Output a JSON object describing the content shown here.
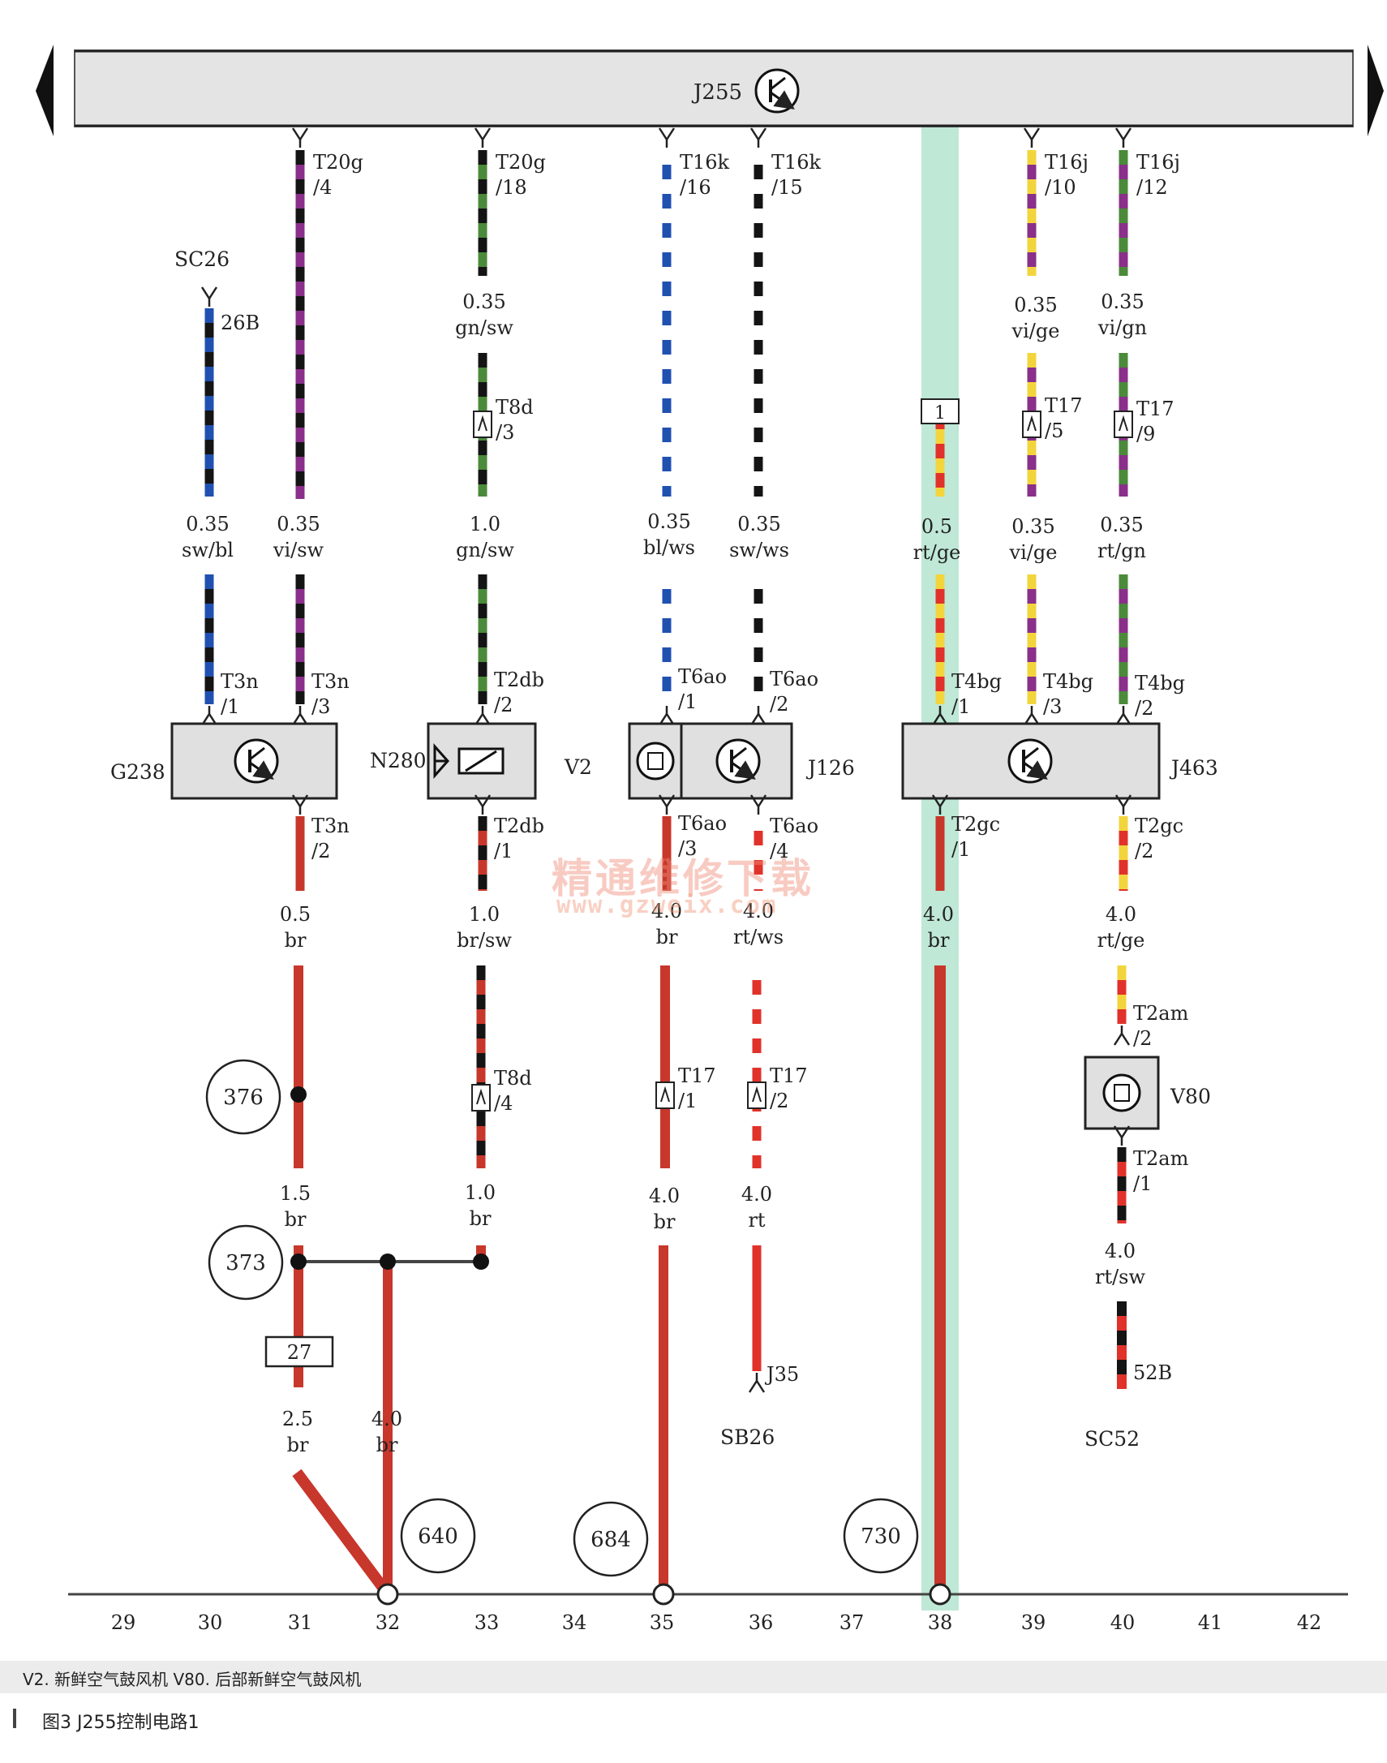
{
  "bus": {
    "label": "J255"
  },
  "components": [
    {
      "id": "G238",
      "label": "G238"
    },
    {
      "id": "N280",
      "label": "N280"
    },
    {
      "id": "V2",
      "label": "V2"
    },
    {
      "id": "J126",
      "label": "J126"
    },
    {
      "id": "J463",
      "label": "J463"
    },
    {
      "id": "V80",
      "label": "V80"
    }
  ],
  "refs": {
    "sc26": "SC26",
    "sb26": "SB26",
    "sc52": "SC52"
  },
  "connectors": [
    {
      "id": "c1",
      "name": "T20g",
      "pin": "/4"
    },
    {
      "id": "c2",
      "name": "T20g",
      "pin": "/18"
    },
    {
      "id": "c3",
      "name": "T16k",
      "pin": "/16"
    },
    {
      "id": "c4",
      "name": "T16k",
      "pin": "/15"
    },
    {
      "id": "c5",
      "name": "T16j",
      "pin": "/10"
    },
    {
      "id": "c6",
      "name": "T16j",
      "pin": "/12"
    },
    {
      "id": "c7",
      "name": "26B",
      "pin": ""
    },
    {
      "id": "c8",
      "name": "T8d",
      "pin": "/3"
    },
    {
      "id": "c9",
      "name": "T17",
      "pin": "/5"
    },
    {
      "id": "c10",
      "name": "T17",
      "pin": "/9"
    },
    {
      "id": "c11",
      "name": "T3n",
      "pin": "/1"
    },
    {
      "id": "c12",
      "name": "T3n",
      "pin": "/3"
    },
    {
      "id": "c13",
      "name": "T2db",
      "pin": "/2"
    },
    {
      "id": "c14",
      "name": "T6ao",
      "pin": "/1"
    },
    {
      "id": "c15",
      "name": "T6ao",
      "pin": "/2"
    },
    {
      "id": "c16",
      "name": "T4bg",
      "pin": "/1"
    },
    {
      "id": "c17",
      "name": "T4bg",
      "pin": "/3"
    },
    {
      "id": "c18",
      "name": "T4bg",
      "pin": "/2"
    },
    {
      "id": "c19",
      "name": "T3n",
      "pin": "/2"
    },
    {
      "id": "c20",
      "name": "T2db",
      "pin": "/1"
    },
    {
      "id": "c21",
      "name": "T6ao",
      "pin": "/3"
    },
    {
      "id": "c22",
      "name": "T6ao",
      "pin": "/4"
    },
    {
      "id": "c23",
      "name": "T2gc",
      "pin": "/1"
    },
    {
      "id": "c24",
      "name": "T2gc",
      "pin": "/2"
    },
    {
      "id": "c25",
      "name": "T8d",
      "pin": "/4"
    },
    {
      "id": "c26",
      "name": "T17",
      "pin": "/1"
    },
    {
      "id": "c27",
      "name": "T17",
      "pin": "/2"
    },
    {
      "id": "c28",
      "name": "T2am",
      "pin": "/2"
    },
    {
      "id": "c29",
      "name": "T2am",
      "pin": "/1"
    },
    {
      "id": "c30",
      "name": "J35",
      "pin": ""
    },
    {
      "id": "c31",
      "name": "52B",
      "pin": ""
    }
  ],
  "wires": [
    {
      "id": "w1",
      "size": "0.35",
      "color": "gn/sw"
    },
    {
      "id": "w2",
      "size": "0.35",
      "color": "vi/ge"
    },
    {
      "id": "w3",
      "size": "0.35",
      "color": "vi/gn"
    },
    {
      "id": "w4",
      "size": "0.35",
      "color": "sw/bl"
    },
    {
      "id": "w5",
      "size": "0.35",
      "color": "vi/sw"
    },
    {
      "id": "w6",
      "size": "1.0",
      "color": "gn/sw"
    },
    {
      "id": "w7",
      "size": "0.35",
      "color": "bl/ws"
    },
    {
      "id": "w8",
      "size": "0.35",
      "color": "sw/ws"
    },
    {
      "id": "w9",
      "size": "0.5",
      "color": "rt/ge"
    },
    {
      "id": "w10",
      "size": "0.35",
      "color": "vi/ge"
    },
    {
      "id": "w11",
      "size": "0.35",
      "color": "rt/gn"
    },
    {
      "id": "w12",
      "size": "0.5",
      "color": "br"
    },
    {
      "id": "w13",
      "size": "1.0",
      "color": "br/sw"
    },
    {
      "id": "w14",
      "size": "4.0",
      "color": "br"
    },
    {
      "id": "w15",
      "size": "4.0",
      "color": "rt/ws"
    },
    {
      "id": "w16",
      "size": "4.0",
      "color": "br"
    },
    {
      "id": "w17",
      "size": "4.0",
      "color": "rt/ge"
    },
    {
      "id": "w18",
      "size": "1.5",
      "color": "br"
    },
    {
      "id": "w19",
      "size": "1.0",
      "color": "br"
    },
    {
      "id": "w20",
      "size": "4.0",
      "color": "br"
    },
    {
      "id": "w21",
      "size": "4.0",
      "color": "rt"
    },
    {
      "id": "w22",
      "size": "4.0",
      "color": "rt/sw"
    },
    {
      "id": "w23",
      "size": "2.5",
      "color": "br"
    },
    {
      "id": "w24",
      "size": "4.0",
      "color": "br"
    }
  ],
  "circles": [
    "376",
    "373",
    "640",
    "684",
    "730"
  ],
  "box_labels": {
    "b27": "27",
    "b1": "1"
  },
  "ground_numbers": [
    "29",
    "30",
    "31",
    "32",
    "33",
    "34",
    "35",
    "36",
    "37",
    "38",
    "39",
    "40",
    "41",
    "42"
  ],
  "watermark": {
    "cn": "精通维修下载",
    "url": "www.gzweix.com"
  },
  "legend": "V2. 新鲜空气鼓风机  V80. 后部新鲜空气鼓风机",
  "figure_caption": "图3   J255控制电路1",
  "colors": {
    "br": "#c8372b",
    "rt": "#e0322a",
    "ge": "#f2d53c",
    "sw": "#141414",
    "bl": "#2050b0",
    "gn": "#4a8a3a",
    "vi": "#8a2f8a",
    "ws": "#ffffff",
    "highlight": "#bfe8d6",
    "bus": "#e4e4e4",
    "module": "#e0e0e0"
  }
}
